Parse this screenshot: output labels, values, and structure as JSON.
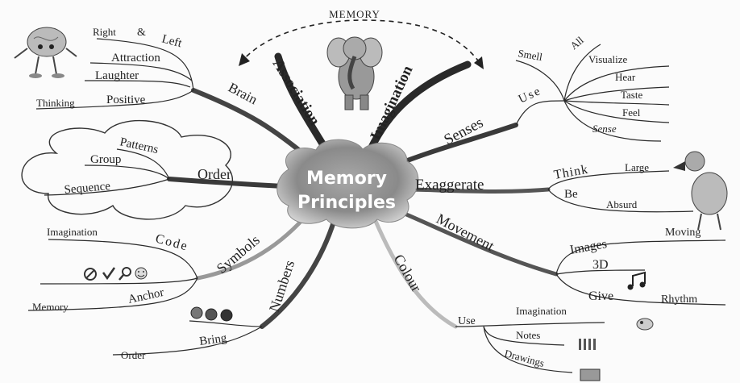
{
  "center": {
    "line1": "Memory",
    "line2": "Principles"
  },
  "top": {
    "caption": "MEMORY",
    "left_word": "Association",
    "right_word": "Imagination"
  },
  "brain": {
    "label": "Brain",
    "subs": [
      "Right",
      "&",
      "Left",
      "Attraction",
      "Laughter",
      "Positive",
      "Thinking"
    ]
  },
  "order": {
    "label": "Order",
    "subs": [
      "Patterns",
      "Group",
      "Sequence"
    ]
  },
  "symbols": {
    "label": "Symbols",
    "subs": [
      "Code",
      "Imagination",
      "Anchor",
      "Memory"
    ]
  },
  "numbers": {
    "label": "Numbers",
    "subs": [
      "Bring",
      "Order"
    ]
  },
  "colour": {
    "label": "Colour",
    "subs": [
      "Use",
      "Imagination",
      "Notes",
      "Drawings"
    ]
  },
  "movement": {
    "label": "Movement",
    "subs": [
      "Images",
      "Moving",
      "3D",
      "Give",
      "Rhythm"
    ]
  },
  "exaggerate": {
    "label": "Exaggerate",
    "subs": [
      "Think",
      "Large",
      "Be",
      "Absurd"
    ]
  },
  "senses": {
    "label": "Senses",
    "subs": [
      "Use",
      "Smell",
      "All",
      "Visualize",
      "Hear",
      "Taste",
      "Feel",
      "Sense"
    ]
  },
  "icons": {
    "symbol_row": [
      "no-sign-icon",
      "checkmark-icon",
      "magnifier-icon",
      "smiley-icon"
    ],
    "number_row": [
      "number-ball-icon",
      "number-ball-icon",
      "number-ball-icon"
    ],
    "characters": [
      "thinking-brain-character",
      "elephant-character",
      "dodo-bird-character"
    ],
    "colour_items": [
      "palette-icon",
      "pencils-icon",
      "picture-icon"
    ],
    "music": "music-notes-icon"
  }
}
